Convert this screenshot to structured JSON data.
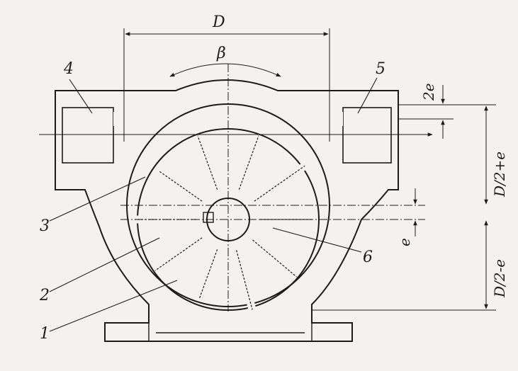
{
  "labels": {
    "diameter": "D",
    "angle": "β",
    "two_e": "2e",
    "d_half_plus_e": "D/2+e",
    "d_half_minus_e": "D/2-e",
    "e": "e"
  },
  "callouts": [
    "1",
    "2",
    "3",
    "4",
    "5",
    "6"
  ],
  "colors": {
    "ink": "#1c1c1c",
    "paper": "#f4f2ee"
  }
}
